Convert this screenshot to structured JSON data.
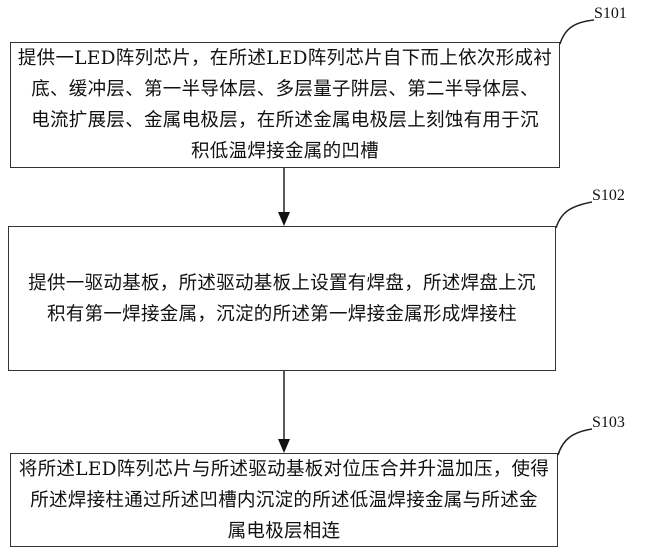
{
  "steps": [
    {
      "label": "S101",
      "lines": [
        "提供一LED阵列芯片，在所述LED阵列芯片自下而上依次形成衬",
        "底、缓冲层、第一半导体层、多层量子阱层、第二半导体层、",
        "电流扩展层、金属电极层，在所述金属电极层上刻蚀有用于沉",
        "积低温焊接金属的凹槽"
      ]
    },
    {
      "label": "S102",
      "lines": [
        "提供一驱动基板，所述驱动基板上设置有焊盘，所述焊盘上沉",
        "积有第一焊接金属，沉淀的所述第一焊接金属形成焊接柱"
      ]
    },
    {
      "label": "S103",
      "lines": [
        "将所述LED阵列芯片与所述驱动基板对位压合并升温加压，使得",
        "所述焊接柱通过所述凹槽内沉淀的所述低温焊接金属与所述金",
        "属电极层相连"
      ]
    }
  ]
}
